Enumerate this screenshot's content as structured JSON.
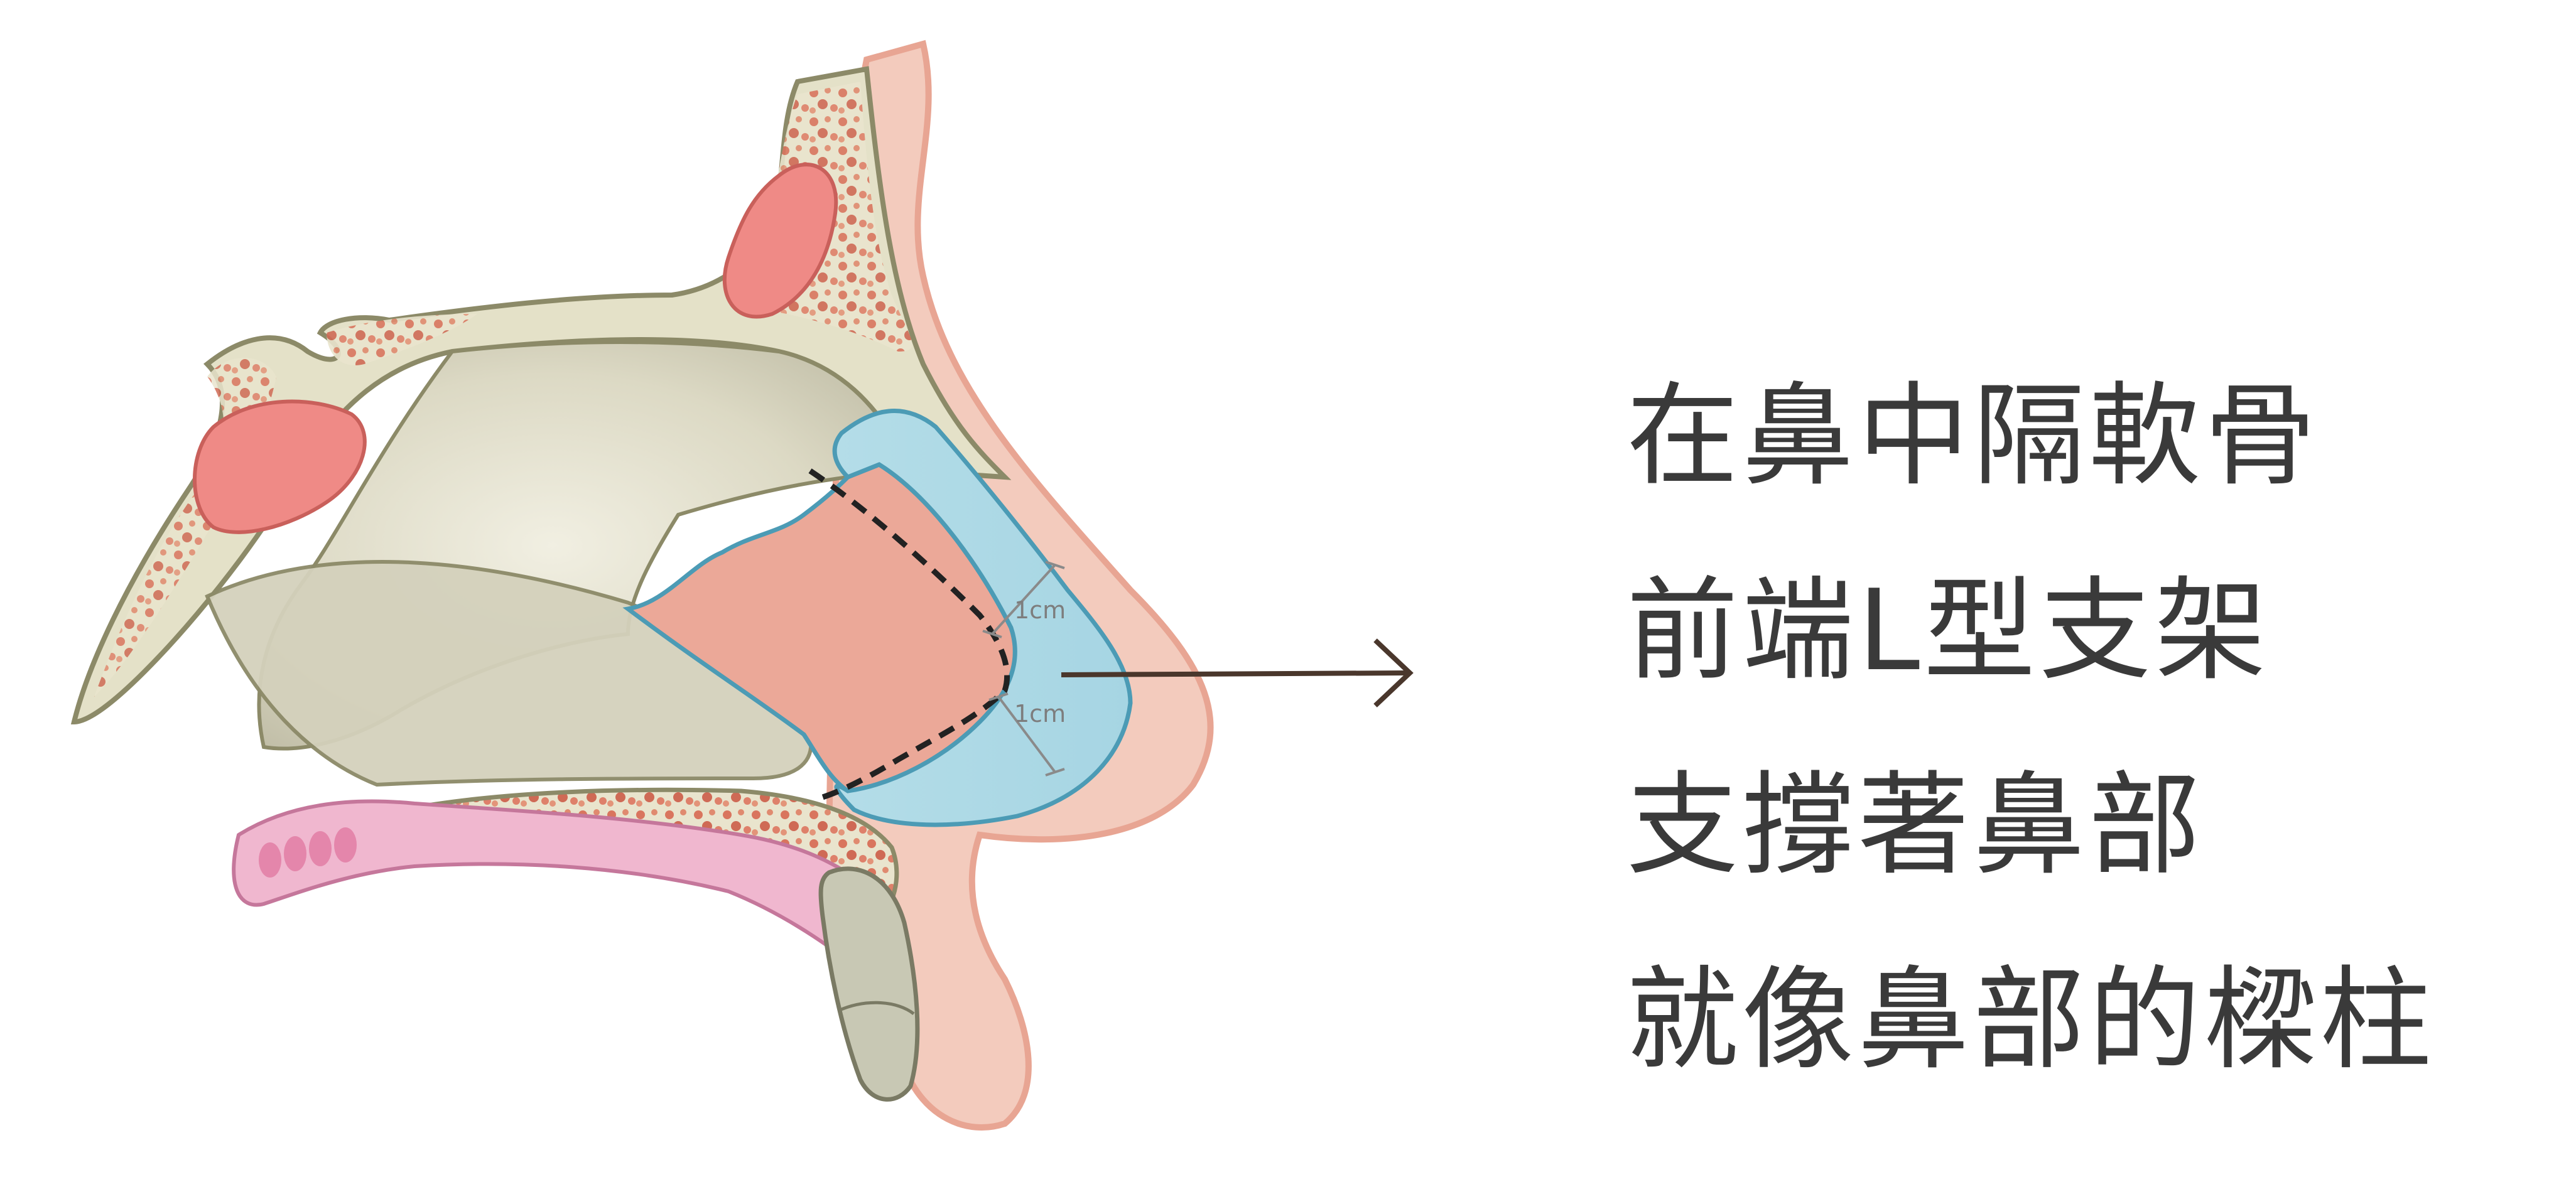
{
  "caption": {
    "lines": [
      "在鼻中隔軟骨",
      "前端L型支架",
      "支撐著鼻部",
      "就像鼻部的樑柱"
    ]
  },
  "measurements": {
    "upper": "1cm",
    "lower": "1cm"
  },
  "colors": {
    "text": "#3a3a3a",
    "skin": "#f3cbbd",
    "skin_outline": "#e8a593",
    "bone": "#e4e1c8",
    "bone_outline": "#8c8a68",
    "marrow": "#d9755e",
    "sinus": "#ef8a86",
    "septum": "#eba898",
    "cartilage_strut": "#b4dde8",
    "cartilage_outline": "#4c9bb5",
    "airway_shadow": "#cfcdb8",
    "palate_pink": "#f0b7cf",
    "arrow": "#4a372c"
  },
  "icons": {
    "pointer": "arrow-right-icon"
  }
}
